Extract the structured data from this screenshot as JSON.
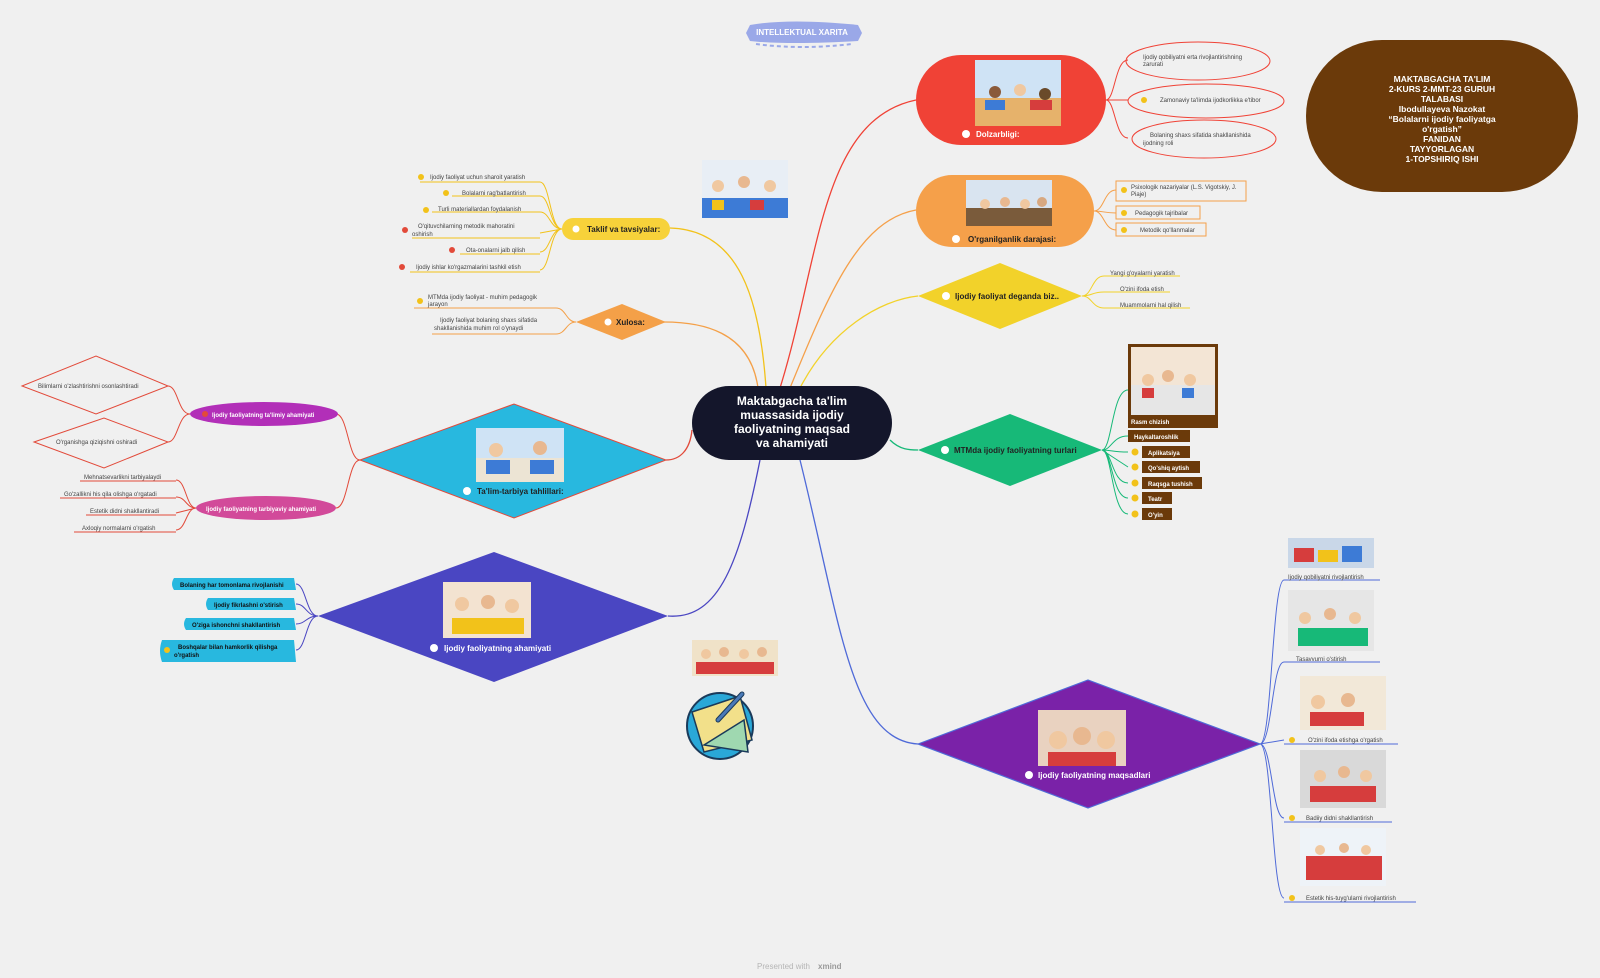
{
  "header": {
    "title": "INTELLEKTUAL XARITA"
  },
  "footer": {
    "prefix": "Presented with",
    "brand": "xmind"
  },
  "center": {
    "lines": [
      "Maktabgacha ta'lim",
      "muassasida ijodiy",
      "faoliyatning maqsad",
      "va ahamiyati"
    ]
  },
  "info_card": {
    "lines": [
      "MAKTABGACHA TA'LIM",
      "2-KURS 2-MMT-23 GURUH",
      "TALABASI",
      "Ibodullayeva Nazokat",
      "“Bolalarni ijodiy faoliyatga",
      "o'rgatish”",
      "FANIDAN",
      "TAYYORLAGAN",
      "1-TOPSHIRIQ ISHI"
    ]
  },
  "branches": {
    "dolzarbligi": {
      "label": "Dolzarbligi:",
      "items": [
        "Ijodiy qobiliyatni erta rivojlantirishning",
        "zarurati",
        "Zamonaviy ta'limda ijodkorlikka e'tibor",
        "Bolaning shaxs sifatida shakllanishida",
        "ijodning roli"
      ]
    },
    "organilganlik": {
      "label": "O'rganilganlik darajasi:",
      "items": [
        "Psixologik nazariyalar (L.S. Vigotskiy, J.",
        "Piaje)",
        "Pedagogik tajribalar",
        "Metodik qo'llanmalar"
      ]
    },
    "deganda": {
      "label": "Ijodiy faoliyat deganda biz..",
      "items": [
        "Yangi g'oyalarni yaratish",
        "O'zini ifoda etish",
        "Muammolarni hal qilish"
      ]
    },
    "turlari": {
      "label": "MTMda ijodiy faoliyatning turlari",
      "photo_caption": "Rasm chizish",
      "items": [
        "Haykaltaroshlik",
        "Aplikatsiya",
        "Qo'shiq aytish",
        "Raqsga tushish",
        "Teatr",
        "O'yin"
      ]
    },
    "maqsadlari": {
      "label": "Ijodiy faoliyatning maqsadlari",
      "items": [
        "Ijodiy qobiliyatni rivojlantirish",
        "Tasavvurni o'stirish",
        "O'zini ifoda etishga o'rgatish",
        "Badiiy didni shakllantirish",
        "Estetik his-tuyg'ularni rivojlantirish"
      ]
    },
    "ahamiyati": {
      "label": "Ijodiy faoliyatning ahamiyati",
      "items": [
        "Bolaning har tomonlama rivojlanishi",
        "Ijodiy fikrlashni o'stirish",
        "O'ziga ishonchni shakllantirish",
        "Boshqalar bilan hamkorlik qilishga",
        "o'rgatish"
      ]
    },
    "tahlil": {
      "label": "Ta'lim-tarbiya tahlillari:",
      "talimiy": {
        "label": "Ijodiy faoliyatning ta'limiy ahamiyati",
        "items": [
          "Bilimlarni o'zlashtirishni osonlashtiradi",
          "O'rganishga qiziqishni oshiradi"
        ]
      },
      "tarbiyaviy": {
        "label": "Ijodiy faoliyatning tarbiyaviy ahamiyati",
        "items": [
          "Mehnatsevarlikni tarbiyalaydi",
          "Go'zallikni his qila olishga o'rgatadi",
          "Estetik didni shakllantiradi",
          "Axloqiy normalarni o'rgatish"
        ]
      }
    },
    "xulosa": {
      "label": "Xulosa:",
      "items": [
        "MTMda ijodiy faoliyat - muhim pedagogik",
        "jarayon",
        "Ijodiy faoliyat bolaning shaxs sifatida",
        "shakllanishida muhim rol o'ynaydi"
      ]
    },
    "taklif": {
      "label": "Taklif va tavsiyalar:",
      "items": [
        "Ijodiy faoliyat uchun sharoit yaratish",
        "Bolalarni rag'batlantirish",
        "Turli materiallardan foydalanish",
        "O'qituvchilarning metodik mahoratini",
        "oshirish",
        "Ota-onalarni jalb qilish",
        "Ijodiy ishlar ko'rgazmalarini tashkil etish"
      ]
    }
  },
  "colors": {
    "center": "#14162b",
    "dolzarbligi": "#f04236",
    "organilganlik": "#f5a04a",
    "deganda": "#f2d22a",
    "turlari": "#17b978",
    "maqsadlari": "#7a22a8",
    "ahamiyati": "#4a46c2",
    "tahlil": "#28b8df",
    "xulosa": "#f4a048",
    "taklif": "#f7d23a",
    "info": "#6b3a0a",
    "title_badge": "#9aa8e8"
  }
}
